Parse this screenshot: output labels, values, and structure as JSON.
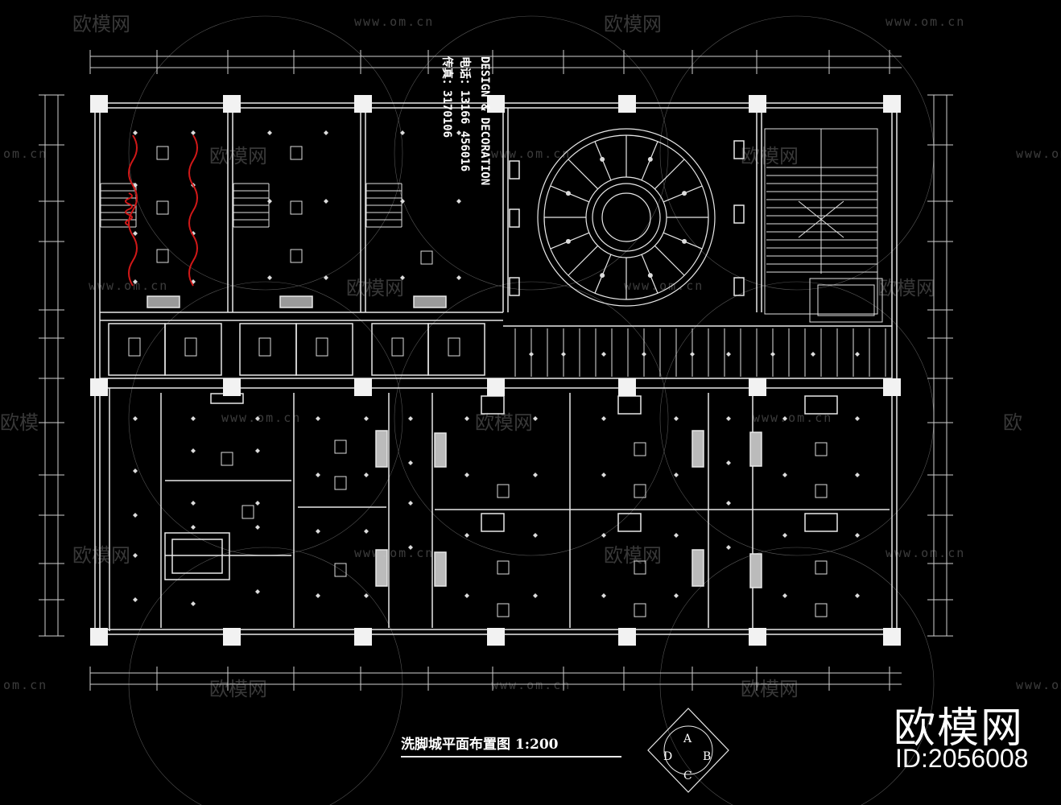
{
  "plan": {
    "title": "洗脚城平面布置图 1:200",
    "design_note": [
      "DESIGN & DECORATION",
      "电话：13166 456016",
      "传真：3170106"
    ]
  },
  "compass": {
    "labels": [
      "A",
      "B",
      "C",
      "D"
    ]
  },
  "watermarks": {
    "brand_cn": "欧模网",
    "url": "www.om.cn",
    "url_short": "om.cn",
    "partial": "欧模",
    "partial_right": "欧"
  },
  "branding": {
    "name": "欧模网",
    "id_label": "ID:2056008"
  },
  "colors": {
    "background": "#000000",
    "lines": "#e8e8e8",
    "accent_red": "#d01818"
  }
}
